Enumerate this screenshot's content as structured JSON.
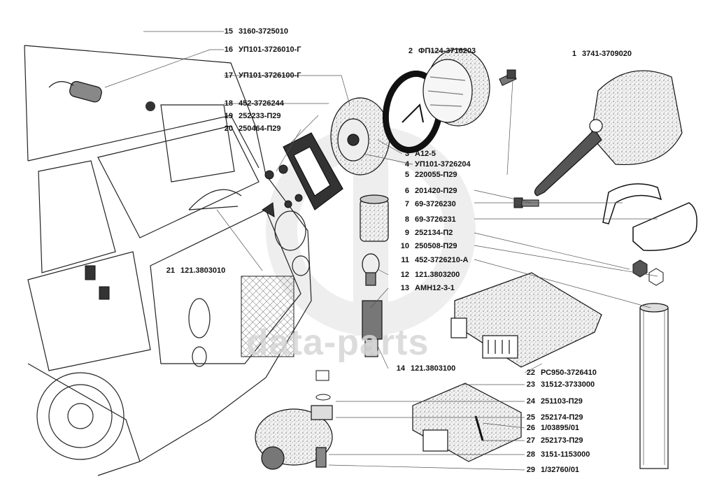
{
  "watermark": "data-parts",
  "callouts": [
    {
      "n": "1",
      "code": "3741-3709020"
    },
    {
      "n": "2",
      "code": "ФП124-3716203"
    },
    {
      "n": "3",
      "code": "А12-5"
    },
    {
      "n": "4",
      "code": "УП101-3726204"
    },
    {
      "n": "5",
      "code": "220055-П29"
    },
    {
      "n": "6",
      "code": "201420-П29"
    },
    {
      "n": "7",
      "code": "69-3726230"
    },
    {
      "n": "8",
      "code": "69-3726231"
    },
    {
      "n": "9",
      "code": "252134-П2"
    },
    {
      "n": "10",
      "code": "250508-П29"
    },
    {
      "n": "11",
      "code": "452-3726210-А"
    },
    {
      "n": "12",
      "code": "121.3803200"
    },
    {
      "n": "13",
      "code": "АМН12-3-1"
    },
    {
      "n": "14",
      "code": "121.3803100"
    },
    {
      "n": "15",
      "code": "3160-3725010"
    },
    {
      "n": "16",
      "code": "УП101-3726010-Г"
    },
    {
      "n": "17",
      "code": "УП101-3726100-Г"
    },
    {
      "n": "18",
      "code": "452-3726244"
    },
    {
      "n": "19",
      "code": "252233-П29"
    },
    {
      "n": "20",
      "code": "250464-П29"
    },
    {
      "n": "21",
      "code": "121.3803010"
    },
    {
      "n": "22",
      "code": "РС950-3726410"
    },
    {
      "n": "23",
      "code": "31512-3733000"
    },
    {
      "n": "24",
      "code": "251103-П29"
    },
    {
      "n": "25",
      "code": "252174-П29"
    },
    {
      "n": "26",
      "code": "1/03895/01"
    },
    {
      "n": "27",
      "code": "252173-П29"
    },
    {
      "n": "28",
      "code": "3151-1153000"
    },
    {
      "n": "29",
      "code": "1/32760/01"
    }
  ]
}
